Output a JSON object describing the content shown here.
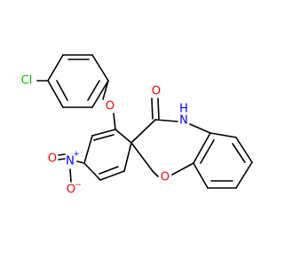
{
  "colors": {
    "bond": "#000000",
    "oxygen": "#ff0000",
    "nitrogen": "#0000ff",
    "chlorine": "#00c000",
    "background": "#ffffff"
  },
  "labels": {
    "chlorine": "Cl",
    "ether_oxygen": "O",
    "carbonyl_oxygen": "O",
    "amide_nh": "H",
    "amide_n": "N",
    "ring_oxygen": "O",
    "nitro_n": "N",
    "nitro_n_charge": "+",
    "nitro_o_top": "O",
    "nitro_o_bottom": "O",
    "nitro_o_charge": "−"
  }
}
